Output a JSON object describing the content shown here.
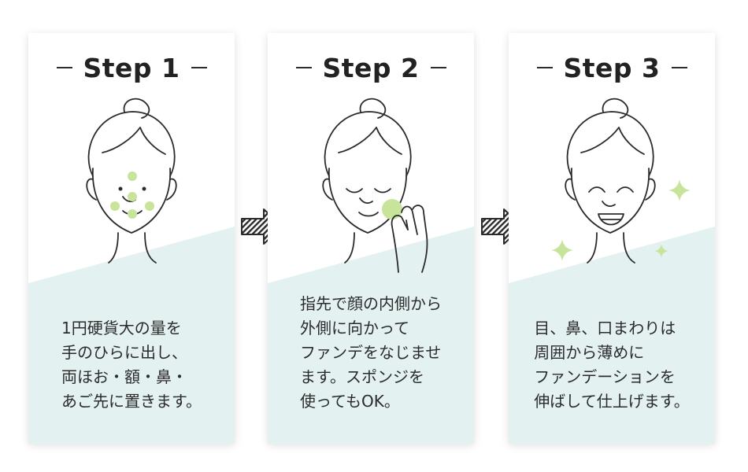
{
  "colors": {
    "panel": "#e4f1f1",
    "highlight": "#c8e39a",
    "line": "#2b2b2b"
  },
  "steps": [
    {
      "title": "Step 1",
      "description": [
        "1円硬貨大の量を",
        "手のひらに出し、",
        "両ほお・額・鼻・",
        "あご先に置きます。"
      ]
    },
    {
      "title": "Step 2",
      "description": [
        "指先で顔の内側から",
        "外側に向かって",
        "ファンデをなじませ",
        "ます。スポンジを",
        "使ってもOK。"
      ]
    },
    {
      "title": "Step 3",
      "description": [
        "目、鼻、口まわりは",
        "周囲から薄めに",
        "ファンデーションを",
        "伸ばして仕上げます。"
      ]
    }
  ],
  "icons": {
    "face_1": "face-dots-icon",
    "face_2": "face-blending-icon",
    "face_3": "face-smiling-icon",
    "arrow": "hatched-arrow-icon",
    "sparkle": "sparkle-icon"
  }
}
